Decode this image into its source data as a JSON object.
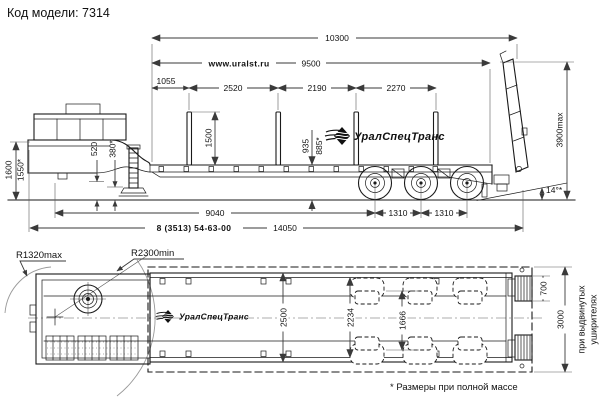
{
  "title": "Код модели: 7314",
  "brand": {
    "site": "www.uralst.ru",
    "phone": "8 (3513) 54-63-00",
    "logo": "УралСпецТранс"
  },
  "side": {
    "d10300": "10300",
    "d9500": "9500",
    "d1055": "1055",
    "d2520": "2520",
    "d2190": "2190",
    "d2270": "2270",
    "d1500": "1500",
    "d935": "935",
    "d885": "885*",
    "d1600": "1600",
    "d1550": "1550*",
    "d520": "520",
    "d380": "380*",
    "d9040": "9040",
    "d14050": "14050",
    "d1310a": "1310",
    "d1310b": "1310",
    "d3900": "3900max",
    "angle": "14°*"
  },
  "plan": {
    "r_small": "R1320max",
    "r_big": "R2300min",
    "d2500": "2500",
    "d2234": "2234",
    "d1666": "1666",
    "d700": "700",
    "d3000": "3000",
    "note1": "при выдвинутых",
    "note2": "уширителях"
  },
  "footnote": "* Размеры при полной массе"
}
